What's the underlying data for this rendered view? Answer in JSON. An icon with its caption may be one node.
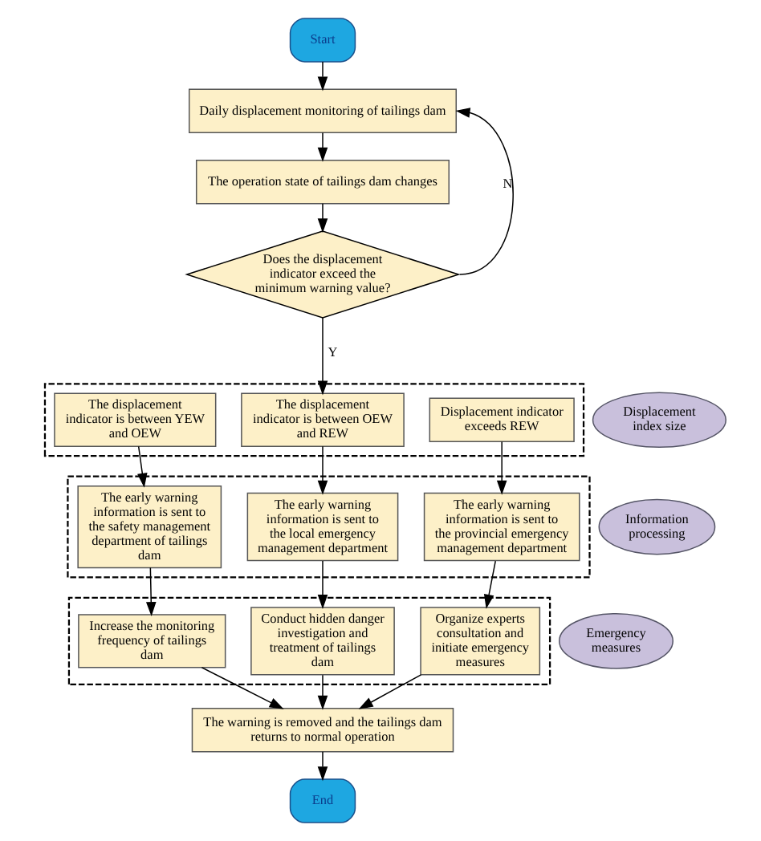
{
  "diagram": {
    "nodes": [
      {
        "text": [
          "Start"
        ]
      },
      {
        "text": [
          "Daily displacement monitoring of tailings dam"
        ]
      },
      {
        "text": [
          "The operation state of tailings dam changes"
        ]
      },
      {
        "text": [
          "Does the displacement indicator exceed the minimum warning value?"
        ]
      },
      {
        "text": [
          "Displacement index size"
        ]
      },
      {
        "text": [],
        "shape": "box"
      },
      {
        "text": [
          "The displacement indicator is between YEW and OEW"
        ],
        "in": 5
      },
      {
        "text": [
          "The displacement indicator is between OEW and REW"
        ],
        "in": 5
      },
      {
        "text": [
          "Displacement indicator exceeds REW"
        ],
        "in": 5
      },
      {
        "text": [
          "Information processing"
        ]
      },
      {
        "text": [],
        "shape": "box"
      },
      {
        "text": [
          "The early warning information is sent to the safety management department of tailings dam"
        ],
        "in": 10
      },
      {
        "text": [
          "The early warning information is sent to the local emergency management department"
        ],
        "in": 10
      },
      {
        "text": [
          "The early warning information is sent to the provincial emergency management department"
        ],
        "in": 10
      },
      {
        "text": [
          "Emergency measures"
        ]
      },
      {
        "text": [],
        "shape": "box"
      },
      {
        "text": [
          "Increase the monitoring frequency of tailings dam"
        ],
        "in": 15
      },
      {
        "text": [
          "Conduct hidden danger investigation and treatment of tailings dam"
        ],
        "in": 15
      },
      {
        "text": [
          "Organize experts consultation and initiate emergency measures"
        ],
        "in": 15
      },
      {
        "text": [
          "The warning is removed and the tailings dam returns to normal operation"
        ]
      },
      {
        "text": [
          "End"
        ]
      }
    ],
    "edges": [
      {
        "from": 0,
        "to": 1,
        "arrow": "to"
      },
      {
        "from": 1,
        "to": 2,
        "arrow": "to"
      },
      {
        "from": 2,
        "to": 3,
        "arrow": "to"
      },
      {
        "from": 3,
        "to": 1,
        "arrow": "to",
        "label": "N"
      },
      {
        "from": 3,
        "to": 7,
        "arrow": "to",
        "label": "Y"
      },
      {
        "from": 6,
        "to": 11,
        "arrow": "to"
      },
      {
        "from": 7,
        "to": 12,
        "arrow": "to"
      },
      {
        "from": 8,
        "to": 13,
        "arrow": "to"
      },
      {
        "from": 11,
        "to": 16,
        "arrow": "to"
      },
      {
        "from": 12,
        "to": 17,
        "arrow": "to"
      },
      {
        "from": 13,
        "to": 18,
        "arrow": "to"
      },
      {
        "from": 16,
        "to": 19,
        "arrow": "to"
      },
      {
        "from": 17,
        "to": 19,
        "arrow": "to"
      },
      {
        "from": 18,
        "to": 19,
        "arrow": "to"
      },
      {
        "from": 19,
        "to": 20,
        "arrow": "to"
      }
    ]
  }
}
